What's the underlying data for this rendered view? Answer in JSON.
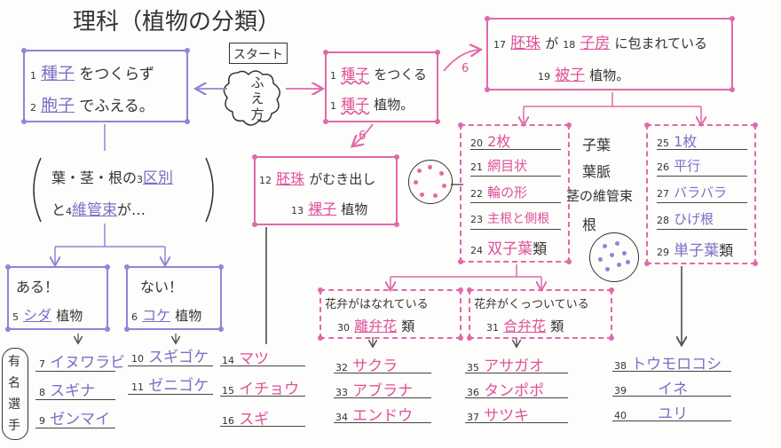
{
  "title": "理科（植物の分類）",
  "start": {
    "label": "スタート",
    "method": "ふえ方"
  },
  "nonseed": {
    "n1": "1",
    "a1": "種子",
    "t1": "をつくらず",
    "n2": "2",
    "a2": "胞子",
    "t2": "でふえる。"
  },
  "seed": {
    "n1": "1",
    "a1": "種子",
    "t1": "をつくる",
    "n2": "1",
    "a2": "種子",
    "t2": "植物。"
  },
  "angio": {
    "n17": "17",
    "a17": "胚珠",
    "t17": "が",
    "n18": "18",
    "a18": "子房",
    "t18": "に包まれている",
    "n19": "19",
    "a19": "被子",
    "t19": "植物。"
  },
  "gymno": {
    "n12": "12",
    "a12": "胚珠",
    "t12": "がむき出し",
    "n13": "13",
    "a13": "裸子",
    "t13": "植物"
  },
  "question": {
    "l1": "葉・茎・根の",
    "n3": "3",
    "a3": "区別",
    "l2": "と",
    "n4": "4",
    "a4": "維管束",
    "l3": "が…"
  },
  "yes": {
    "label": "ある！",
    "n5": "5",
    "a5": "シダ",
    "t5": "植物"
  },
  "no": {
    "label": "ない！",
    "n6": "6",
    "a6": "コケ",
    "t6": "植物"
  },
  "choice_label": [
    "有",
    "名",
    "選",
    "手"
  ],
  "fern_list": [
    {
      "n": "7",
      "v": "イヌワラビ"
    },
    {
      "n": "8",
      "v": "スギナ"
    },
    {
      "n": "9",
      "v": "ゼンマイ"
    }
  ],
  "moss_list": [
    {
      "n": "10",
      "v": "スギゴケ"
    },
    {
      "n": "11",
      "v": "ゼニゴケ"
    }
  ],
  "gymno_list": [
    {
      "n": "14",
      "v": "マツ"
    },
    {
      "n": "15",
      "v": "イチョウ"
    },
    {
      "n": "16",
      "v": "スギ"
    }
  ],
  "features": [
    "子葉",
    "葉脈",
    "茎の維管束",
    "根"
  ],
  "dicot": [
    {
      "n": "20",
      "v": "2枚"
    },
    {
      "n": "21",
      "v": "網目状"
    },
    {
      "n": "22",
      "v": "輪の形"
    },
    {
      "n": "23",
      "v": "主根と側根"
    },
    {
      "n": "24",
      "v": "双子葉",
      "s": "類"
    }
  ],
  "monocot": [
    {
      "n": "25",
      "v": "1枚"
    },
    {
      "n": "26",
      "v": "平行"
    },
    {
      "n": "27",
      "v": "バラバラ"
    },
    {
      "n": "28",
      "v": "ひげ根"
    },
    {
      "n": "29",
      "v": "単子葉",
      "s": "類"
    }
  ],
  "separate": {
    "label": "花弁がはなれている",
    "n": "30",
    "v": "離弁花",
    "s": "類"
  },
  "joined": {
    "label": "花弁がくっついている",
    "n": "31",
    "v": "合弁花",
    "s": "類"
  },
  "separate_list": [
    {
      "n": "32",
      "v": "サクラ"
    },
    {
      "n": "33",
      "v": "アブラナ"
    },
    {
      "n": "34",
      "v": "エンドウ"
    }
  ],
  "joined_list": [
    {
      "n": "35",
      "v": "アサガオ"
    },
    {
      "n": "36",
      "v": "タンポポ"
    },
    {
      "n": "37",
      "v": "サツキ"
    }
  ],
  "monocot_list": [
    {
      "n": "38",
      "v": "トウモロコシ"
    },
    {
      "n": "39",
      "v": "イネ"
    },
    {
      "n": "40",
      "v": "ユリ"
    }
  ],
  "arrow_labels": {
    "a": "6",
    "b": "6"
  },
  "colors": {
    "pink": "#e0509a",
    "purple": "#7b6fc8",
    "ink": "#333333"
  }
}
